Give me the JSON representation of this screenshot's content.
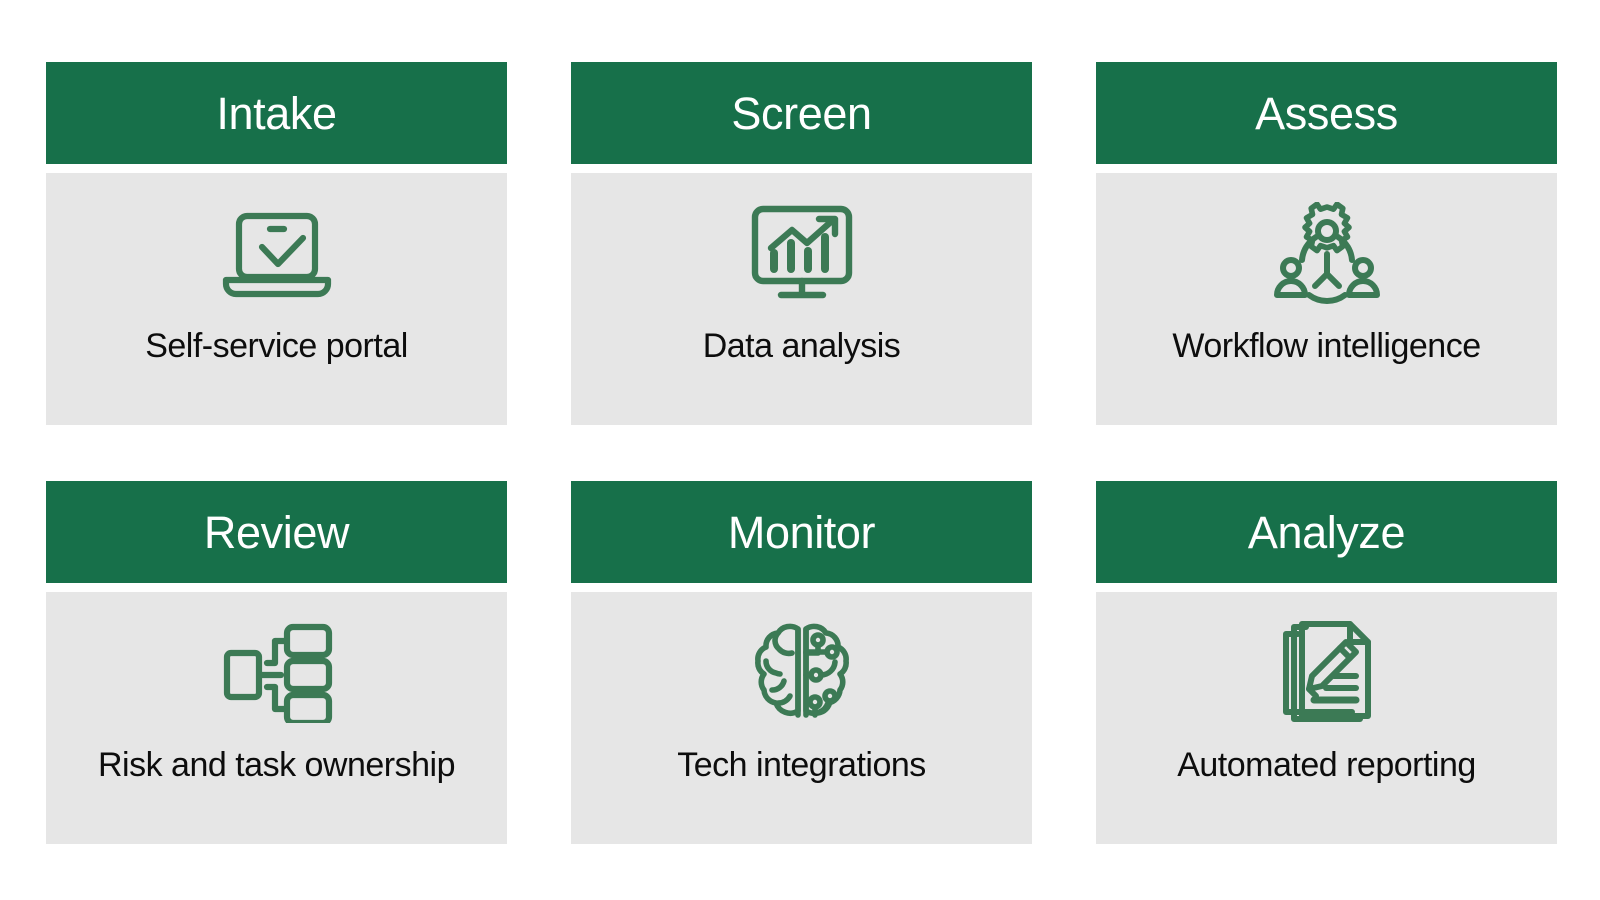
{
  "page": {
    "title": "Process Stages Grid",
    "background_color": "#ffffff",
    "accent_color": "#17704A",
    "panel_color": "#e6e6e6",
    "header_text_color": "#ffffff",
    "caption_text_color": "#0d0d0d"
  },
  "cards": [
    {
      "id": "intake",
      "header": "Intake",
      "caption": "Self-service portal",
      "icon": "laptop-checkmark-icon"
    },
    {
      "id": "screen",
      "header": "Screen",
      "caption": "Data analysis",
      "icon": "monitor-bar-chart-growth-icon"
    },
    {
      "id": "assess",
      "header": "Assess",
      "caption": "Workflow intelligence",
      "icon": "gear-people-network-icon"
    },
    {
      "id": "review",
      "header": "Review",
      "caption": "Risk and task ownership",
      "icon": "org-chart-hierarchy-icon"
    },
    {
      "id": "monitor",
      "header": "Monitor",
      "caption": "Tech integrations",
      "icon": "ai-brain-circuit-icon"
    },
    {
      "id": "analyze",
      "header": "Analyze",
      "caption": "Automated reporting",
      "icon": "documents-pencil-icon"
    }
  ]
}
